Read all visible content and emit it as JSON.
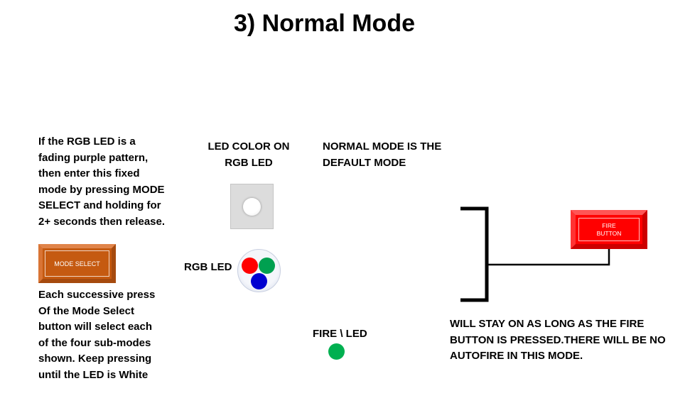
{
  "title": "3) Normal Mode",
  "instructions": {
    "lines": [
      "If the RGB LED is a",
      "fading purple pattern,",
      "then enter this fixed",
      "mode by pressing MODE",
      "SELECT and holding for",
      "2+ seconds then release."
    ]
  },
  "mode_select_button": {
    "label": "MODE SELECT",
    "color": "#c55a11"
  },
  "successive_press": {
    "lines": [
      "Each successive press",
      "Of the Mode Select",
      "button will select each",
      "of the four sub-modes",
      "shown. Keep pressing",
      "until the LED is White"
    ]
  },
  "led_color": {
    "lines": [
      "LED COLOR ON",
      "RGB LED"
    ],
    "indicator_color": "#ffffff"
  },
  "rgb_led": {
    "label": "RGB LED",
    "colors": [
      "#ff0000",
      "#00a050",
      "#0000d0"
    ]
  },
  "normal_mode_note": {
    "lines": [
      "NORMAL MODE IS THE",
      "DEFAULT MODE"
    ]
  },
  "fire_led": {
    "label": "FIRE \\ LED",
    "color": "#00b050"
  },
  "fire_button": {
    "lines": [
      "FIRE",
      "BUTTON"
    ],
    "color": "#ff0000"
  },
  "stay_on_note": {
    "lines": [
      "WILL STAY ON AS LONG AS THE FIRE",
      "BUTTON IS PRESSED.THERE WILL BE NO",
      "AUTOFIRE IN THIS MODE."
    ]
  }
}
